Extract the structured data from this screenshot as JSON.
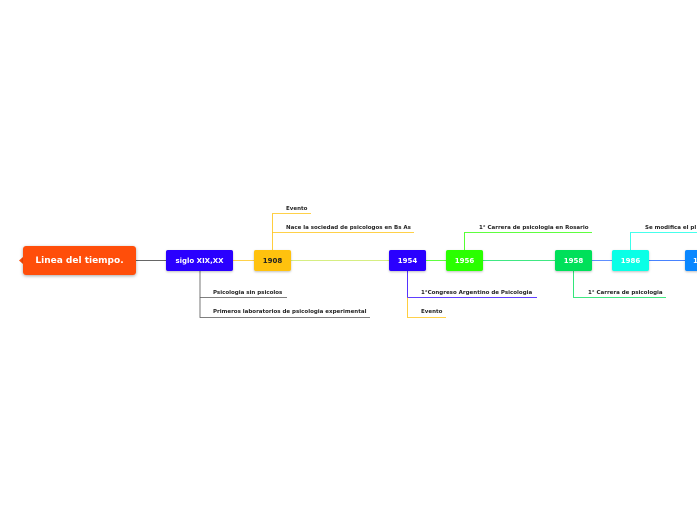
{
  "root": {
    "label": "Linea del tiempo.",
    "color": "#ff4e0a"
  },
  "timeline": [
    {
      "id": "n-siglo",
      "label": "siglo XIX,XX",
      "color": "#2a00ff"
    },
    {
      "id": "n-1908",
      "label": "1908",
      "color": "#ffc20e"
    },
    {
      "id": "n-1954",
      "label": "1954",
      "color": "#2a00ff"
    },
    {
      "id": "n-1956",
      "label": "1956",
      "color": "#2aff00"
    },
    {
      "id": "n-1958",
      "label": "1958",
      "color": "#00e05a"
    },
    {
      "id": "n-1986",
      "label": "1986",
      "color": "#0affe6"
    },
    {
      "id": "n-next",
      "label": "1",
      "color": "#0a87ff"
    }
  ],
  "events": [
    {
      "parent": "n-siglo",
      "label": "Psicologia sin psicolos",
      "color": "#555555"
    },
    {
      "parent": "n-siglo",
      "label": "Primeros laboratorios de psicologia experimental",
      "color": "#555555"
    },
    {
      "parent": "n-1908",
      "label": "Evento",
      "color": "#ffc20e"
    },
    {
      "parent": "n-1908",
      "label": "Nace la sociedad de psicologos en Bs As",
      "color": "#ffc20e"
    },
    {
      "parent": "n-1954",
      "label": "1°Congreso Argentino de Psicologia",
      "color": "#2a00ff"
    },
    {
      "parent": "n-1954",
      "label": "Evento",
      "color": "#ffc20e"
    },
    {
      "parent": "n-1956",
      "label": "1° Carrera de psicologia en Rosario",
      "color": "#2aff00"
    },
    {
      "parent": "n-1958",
      "label": "1° Carrera de psicologia",
      "color": "#00e05a"
    },
    {
      "parent": "n-1986",
      "label": "Se modifica el pl",
      "color": "#0affe6"
    }
  ]
}
